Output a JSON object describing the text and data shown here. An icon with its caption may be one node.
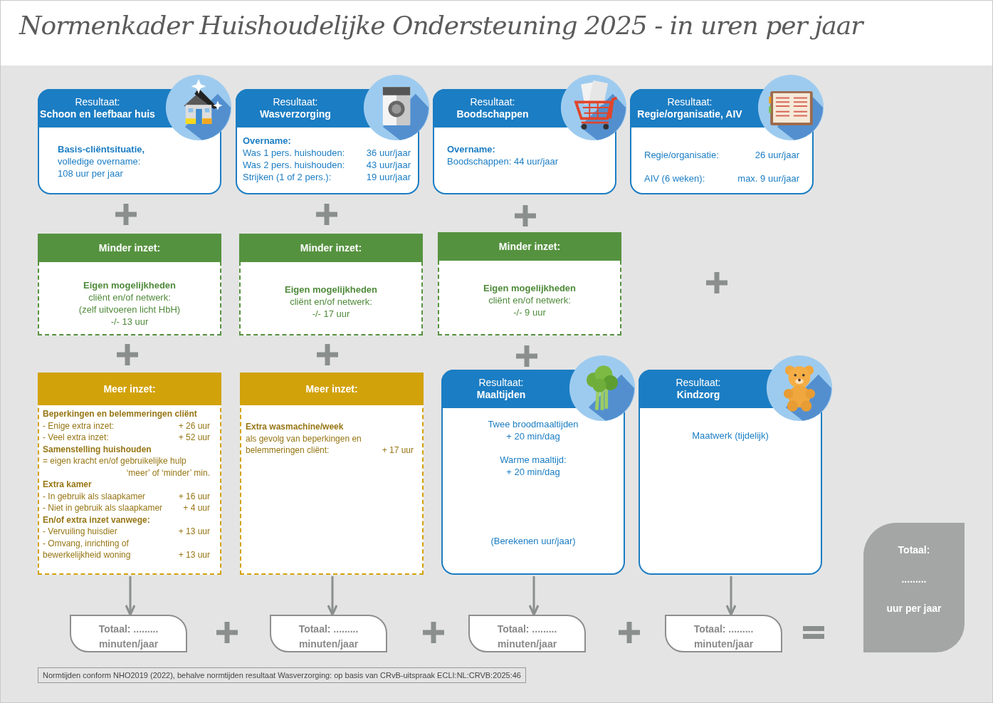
{
  "diagram": {
    "title": "Normenkader Huishoudelijke Ondersteuning 2025 - in uren per jaar",
    "caption": "Normtijden conform NHO2019 (2022), behalve normtijden resultaat Wasverzorging: op basis van CRvB-uitspraak ECLI:NL:CRVB:2025:46",
    "nodes": [
      {
        "text": [
          "Resultaat:",
          "Schoon en leefbaar huis",
          "Basis-cliëntsituatie,",
          "volledige overname:",
          "108 uur per jaar"
        ]
      },
      {
        "text": [
          "Resultaat:",
          "Wasverzorging",
          "Overname:",
          "Was 1 pers. huishouden:",
          "36 uur/jaar",
          "Was 2 pers. huishouden:",
          "43 uur/jaar",
          "Strijken (1 of 2 pers.):",
          "19 uur/jaar"
        ]
      },
      {
        "text": [
          "Resultaat:",
          "Boodschappen",
          "Overname:",
          "Boodschappen:  44 uur/jaar"
        ]
      },
      {
        "text": [
          "Resultaat:",
          "Regie/organisatie, AIV",
          "Regie/organisatie:",
          "26 uur/jaar",
          "AIV (6 weken):",
          "max. 9 uur/jaar"
        ]
      },
      {
        "text": [
          "Minder inzet:",
          "Eigen mogelijkheden",
          "cliënt en/of netwerk:",
          "(zelf uitvoeren licht HbH)",
          "-/- 13 uur"
        ]
      },
      {
        "text": [
          "Minder inzet:",
          "Eigen mogelijkheden",
          "cliënt en/of netwerk:",
          "-/- 17 uur"
        ]
      },
      {
        "text": [
          "Minder inzet:",
          "Eigen mogelijkheden",
          "cliënt en/of netwerk:",
          "-/- 9 uur"
        ]
      },
      {
        "text": [
          "Meer inzet:",
          "Beperkingen en belemmeringen cliënt",
          "- Enige extra inzet:",
          "+ 26 uur",
          "- Veel extra inzet:",
          "+ 52 uur",
          "Samenstelling huishouden",
          "= eigen kracht en/of gebruikelijke hulp",
          "‘meer’ of ‘minder’ min.",
          "Extra kamer",
          "- In gebruik als slaapkamer",
          "+ 16 uur",
          "- Niet in gebruik als slaapkamer",
          "+ 4 uur",
          "En/of extra inzet vanwege:",
          "- Vervuiling huisdier",
          "+ 13 uur",
          "- Omvang, inrichting of bewerkelijkheid woning",
          "+ 13 uur"
        ]
      },
      {
        "text": [
          "Meer inzet:",
          "Extra wasmachine/week",
          "als gevolg van beperkingen en belemmeringen cliënt:",
          "+ 17 uur"
        ]
      },
      {
        "text": [
          "Resultaat:",
          "Maaltijden",
          "Twee broodmaaltijden",
          "+ 20 min/dag",
          "Warme maaltijd:",
          "+ 20 min/dag",
          "(Berekenen uur/jaar)"
        ]
      },
      {
        "text": [
          "Resultaat:",
          "Kindzorg",
          "Maatwerk (tijdelijk)"
        ]
      },
      {
        "text": [
          "Totaal: .........",
          "minuten/jaar"
        ]
      },
      {
        "text": [
          "Totaal: .........",
          "minuten/jaar"
        ]
      },
      {
        "text": [
          "Totaal: .........",
          "minuten/jaar"
        ]
      },
      {
        "text": [
          "Totaal: .........",
          "minuten/jaar"
        ]
      },
      {
        "text": [
          "Totaal:",
          ".........",
          "uur per jaar"
        ]
      }
    ],
    "edges": [
      {
        "from": 7,
        "to": 11,
        "arrow": "to"
      },
      {
        "from": 8,
        "to": 12,
        "arrow": "to"
      },
      {
        "from": 9,
        "to": 13,
        "arrow": "to"
      },
      {
        "from": 10,
        "to": 14,
        "arrow": "to"
      }
    ]
  }
}
